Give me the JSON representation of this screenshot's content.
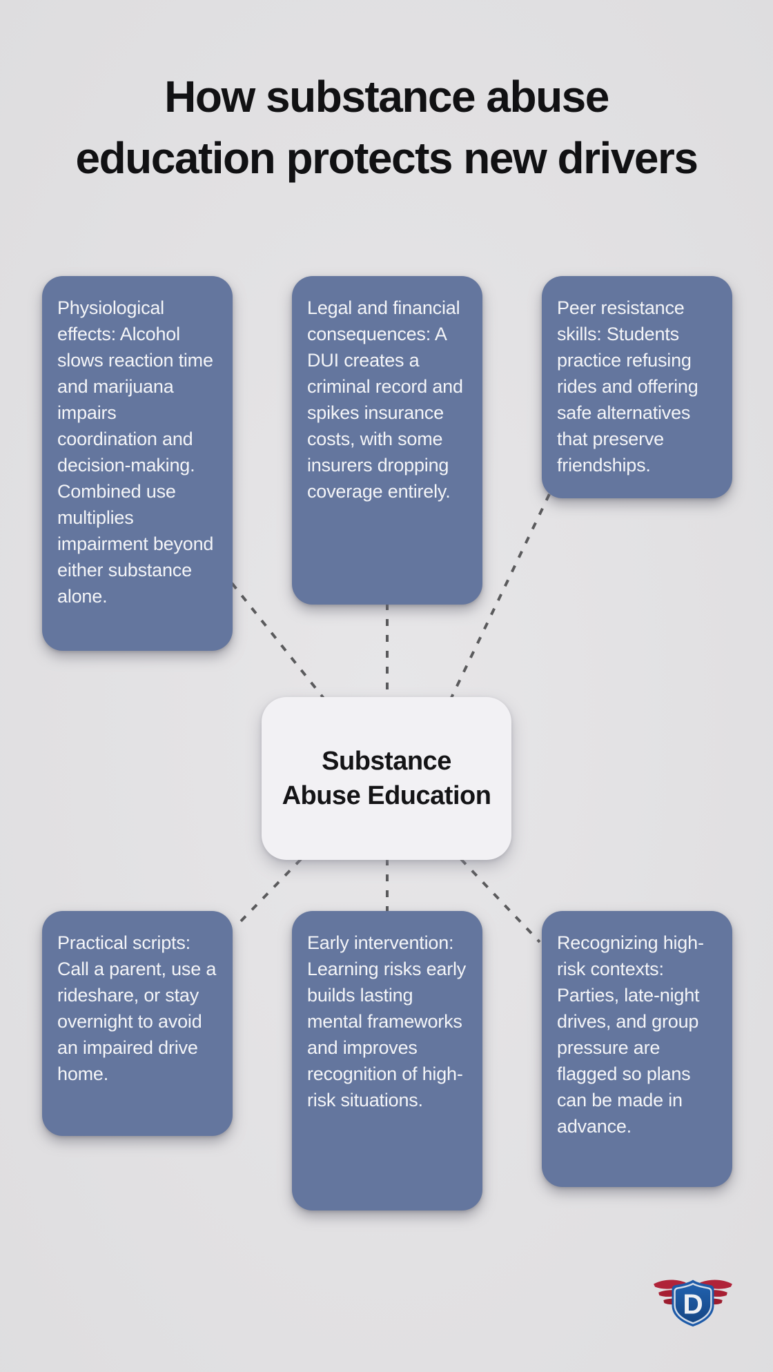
{
  "title": {
    "text": "How substance abuse education protects new drivers",
    "lines": [
      "How substance abuse",
      "education protects new drivers"
    ]
  },
  "center": {
    "label": "Substance Abuse Education",
    "lines": [
      "Substance",
      "Abuse Education"
    ]
  },
  "nodes": [
    {
      "id": "physiological-effects",
      "position": "top-left",
      "text": "Physiological effects: Alcohol slows reaction time and marijuana impairs coordination and decision-making. Combined use multiplies impairment beyond either substance alone."
    },
    {
      "id": "legal-financial-consequences",
      "position": "top-middle",
      "text": "Legal and financial consequences: A DUI creates a criminal record and spikes insurance costs, with some insurers dropping coverage entirely."
    },
    {
      "id": "peer-resistance-skills",
      "position": "top-right",
      "text": "Peer resistance skills: Students practice refusing rides and offering safe alternatives that preserve friendships."
    },
    {
      "id": "practical-scripts",
      "position": "bottom-left",
      "text": "Practical scripts: Call a parent, use a rideshare, or stay overnight to avoid an impaired drive home."
    },
    {
      "id": "early-intervention",
      "position": "bottom-middle",
      "text": "Early intervention: Learning risks early builds lasting mental frameworks and improves recognition of high-risk situations."
    },
    {
      "id": "recognizing-high-risk-contexts",
      "position": "bottom-right",
      "text": "Recognizing high-risk contexts: Parties, late-night drives, and group pressure are flagged so plans can be made in advance."
    }
  ],
  "logo": {
    "letter": "D"
  },
  "colors": {
    "background": "#e2e1e3",
    "node_fill": "#64769e",
    "node_text": "#f4f5f8",
    "center_fill": "#f2f1f4",
    "center_text": "#141416",
    "connector": "#5a5a5c",
    "title_text": "#111113",
    "logo_shield_blue": "#1d5aa8",
    "logo_wing_red": "#a92134"
  }
}
